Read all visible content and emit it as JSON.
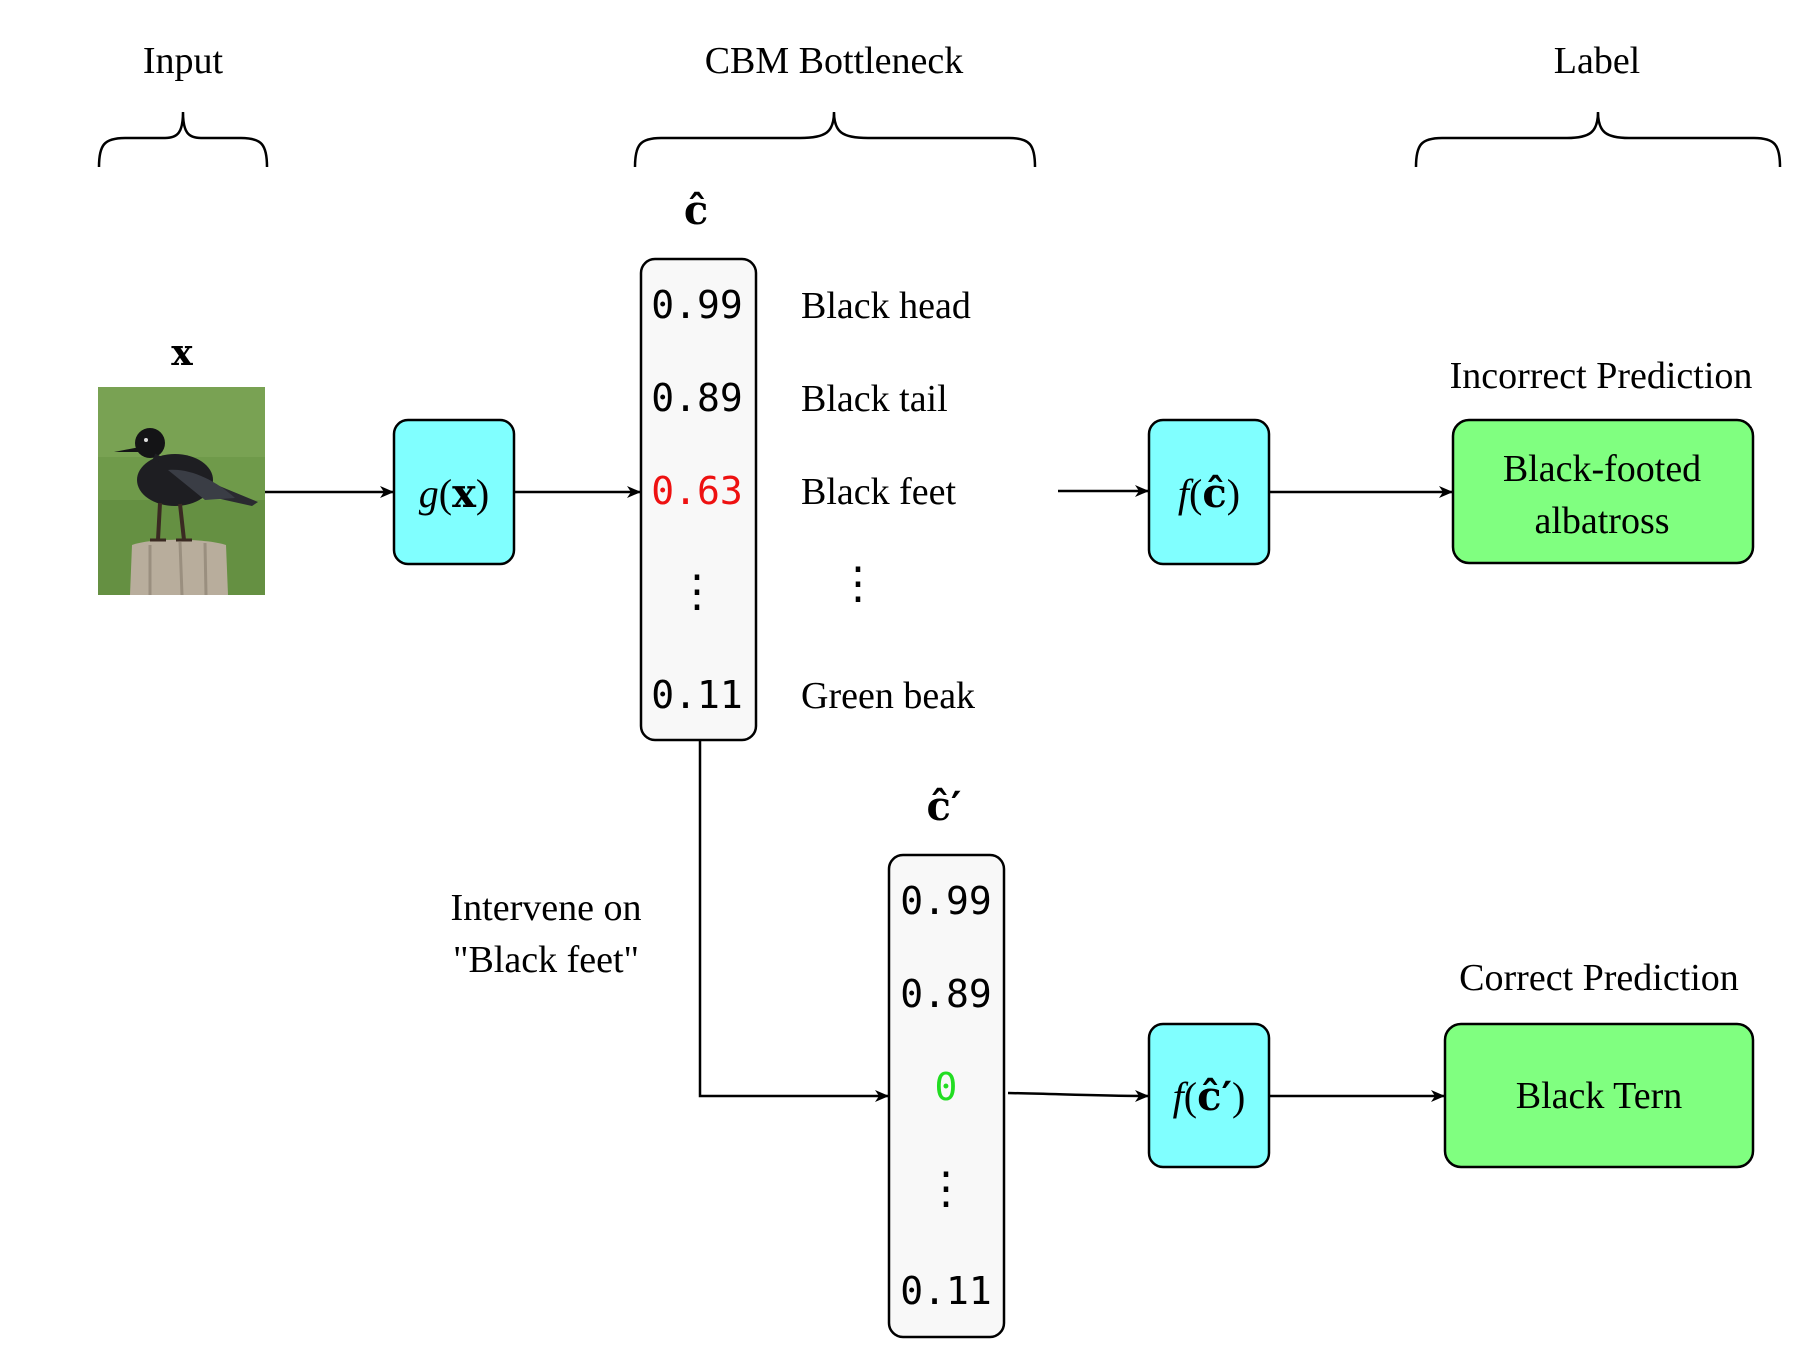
{
  "headers": {
    "input": "Input",
    "bottleneck": "CBM Bottleneck",
    "label": "Label"
  },
  "input_symbol": "x",
  "bird_image": {
    "description_icon": "bird-photo-icon",
    "colors": {
      "sky": "#6f9a4a",
      "bird": "#1e1e22",
      "post": "#b8ad9c"
    }
  },
  "functions": {
    "g": {
      "name": "g",
      "arg": "x"
    },
    "f1": {
      "name": "f",
      "arg": "ĉ"
    },
    "f2": {
      "name": "f",
      "arg": "ĉ′"
    }
  },
  "concept_vector": {
    "symbol": "ĉ",
    "values": [
      "0.99",
      "0.89",
      "0.63",
      "⋮",
      "0.11"
    ],
    "highlight_color": "#ee1111"
  },
  "concept_names": [
    "Black head",
    "Black tail",
    "Black feet",
    "⋮",
    "Green beak"
  ],
  "intervened_vector": {
    "symbol": "ĉ′",
    "values": [
      "0.99",
      "0.89",
      "0",
      "⋮",
      "0.11"
    ],
    "highlight_color": "#22dd22"
  },
  "intervention": {
    "line1": "Intervene on",
    "line2": "\"Black feet\""
  },
  "predictions": {
    "incorrect_title": "Incorrect Prediction",
    "incorrect_line1": "Black-footed",
    "incorrect_line2": "albatross",
    "correct_title": "Correct Prediction",
    "correct_label": "Black Tern"
  },
  "colors": {
    "function_box": "#80ffff",
    "label_box": "#80ff80",
    "vector_box": "#f8f8f8"
  }
}
